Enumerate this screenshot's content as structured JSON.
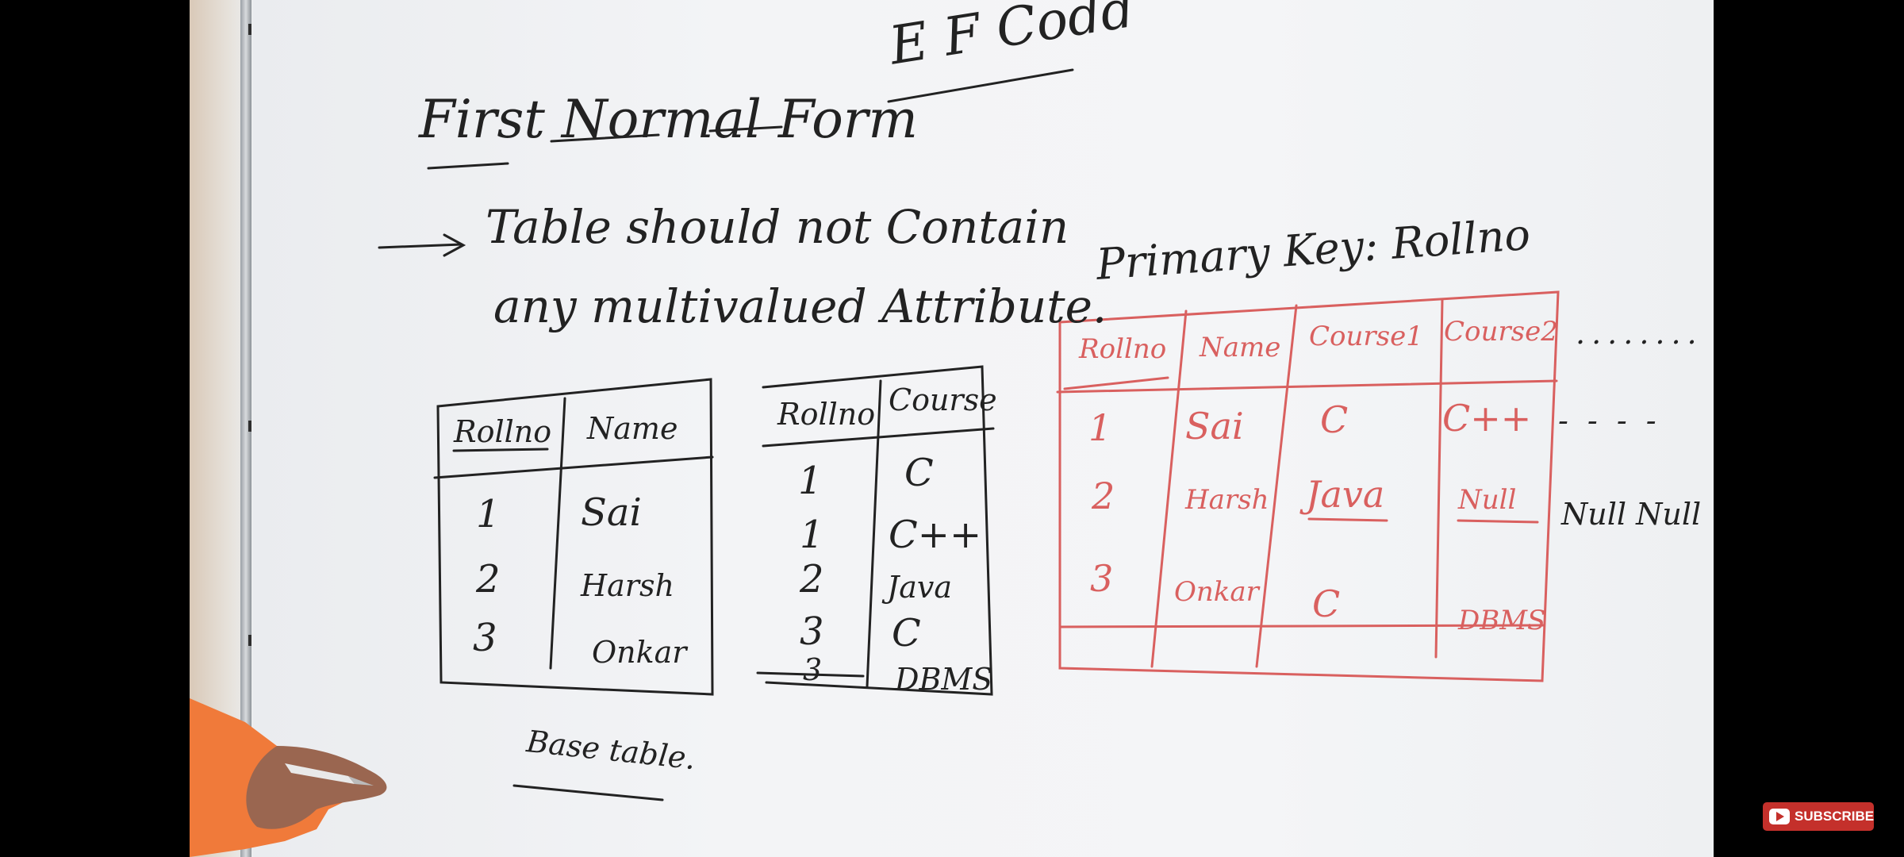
{
  "board": {
    "title": "First Normal Form",
    "author": "E F Codd",
    "rule_arrow": "→",
    "rule_line1": "Table should not Contain",
    "rule_line2": "any multivalued Attribute."
  },
  "base_table": {
    "headers": [
      "Rollno",
      "Name"
    ],
    "rows": [
      [
        "1",
        "Sai"
      ],
      [
        "2",
        "Harsh"
      ],
      [
        "3",
        "Onkar"
      ]
    ],
    "caption": "Base table."
  },
  "course_table": {
    "headers": [
      "Rollno",
      "Course"
    ],
    "rows": [
      [
        "1",
        "C"
      ],
      [
        "1",
        "C++"
      ],
      [
        "2",
        "Java"
      ],
      [
        "3",
        "C"
      ],
      [
        "3",
        "DBMS"
      ]
    ]
  },
  "primary_key_table": {
    "label": "Primary Key: Rollno",
    "headers": [
      "Rollno",
      "Name",
      "Course1",
      "Course2"
    ],
    "rows": [
      [
        "1",
        "Sai",
        "C",
        "C++"
      ],
      [
        "2",
        "Harsh",
        "Java",
        "Null"
      ],
      [
        "3",
        "Onkar",
        "C",
        "DBMS"
      ]
    ],
    "overflow_dots": "........",
    "overflow_dashes": "- - - -",
    "overflow_nulls": "Null Null"
  },
  "subscribe_label": "SUBSCRIBE",
  "colors": {
    "black_ink": "#222222",
    "red_ink": "#d9605f",
    "board": "#f3f4f6",
    "subscribe": "#c4302b"
  }
}
